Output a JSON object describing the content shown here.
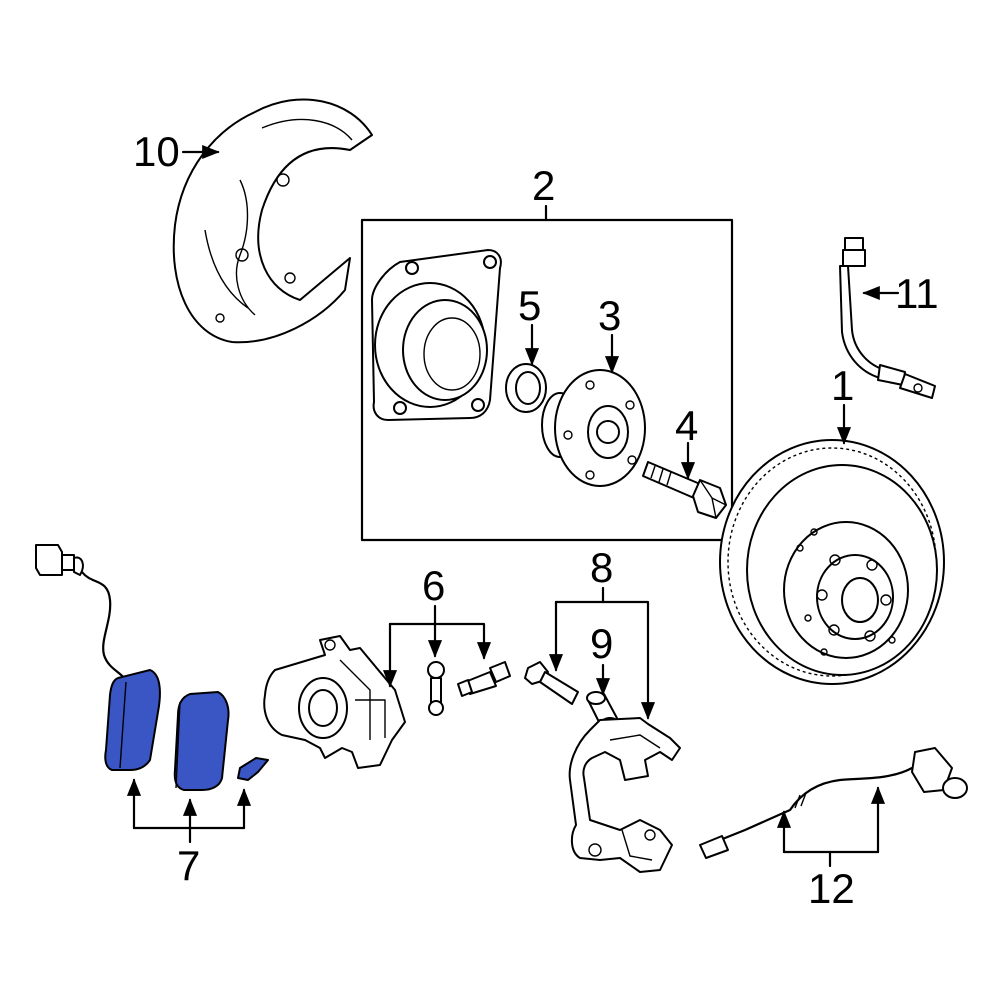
{
  "callouts": {
    "c1": "1",
    "c2": "2",
    "c3": "3",
    "c4": "4",
    "c5": "5",
    "c6": "6",
    "c7": "7",
    "c8": "8",
    "c9": "9",
    "c10": "10",
    "c11": "11",
    "c12": "12"
  },
  "colors": {
    "highlight": "#3a55c4",
    "line": "#000000",
    "background": "#ffffff"
  }
}
